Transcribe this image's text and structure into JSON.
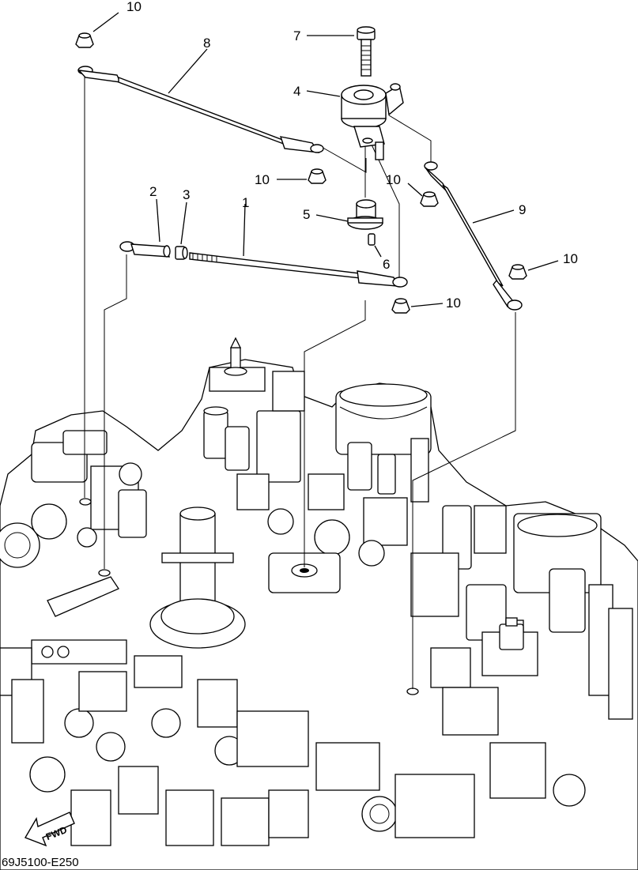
{
  "diagram": {
    "callouts": {
      "p1": "1",
      "p2": "2",
      "p3": "3",
      "p4": "4",
      "p5": "5",
      "p6": "6",
      "p7": "7",
      "p8": "8",
      "p9": "9",
      "p10a": "10",
      "p10b": "10",
      "p10c": "10",
      "p10d": "10",
      "p10e": "10"
    },
    "fwd_label": "FWD",
    "figure_code": "69J5100-E250"
  }
}
